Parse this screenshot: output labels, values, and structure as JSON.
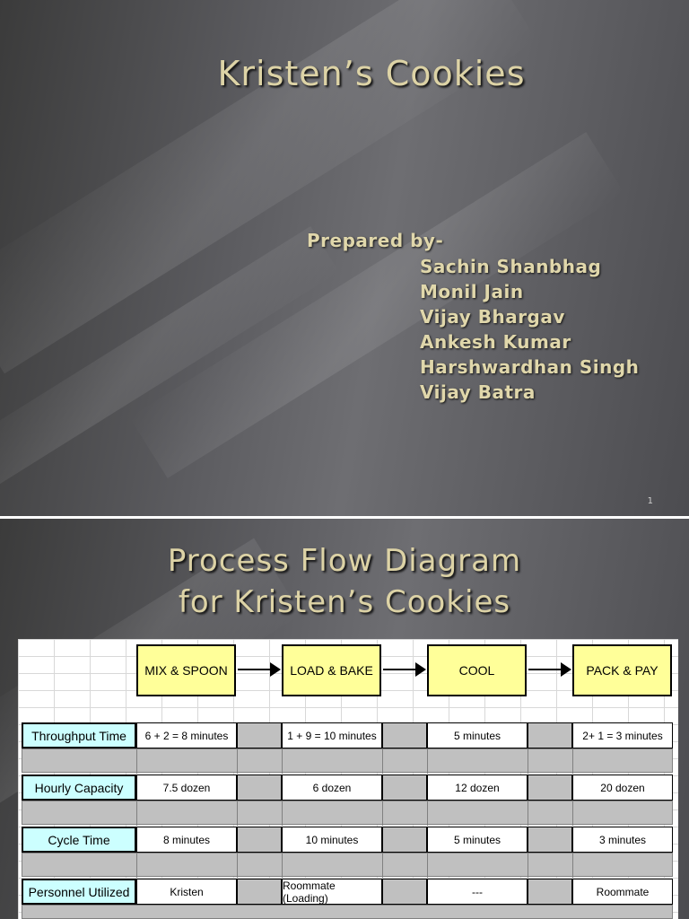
{
  "slide1": {
    "title": "Kristen’s Cookies",
    "prepared_by_label": "Prepared by-",
    "authors": [
      "Sachin Shanbhag",
      "Monil Jain",
      "Vijay Bhargav",
      "Ankesh Kumar",
      "Harshwardhan Singh",
      "Vijay Batra"
    ],
    "slide_number": "1"
  },
  "slide2": {
    "title_line1": "Process Flow Diagram",
    "title_line2": "for Kristen’s Cookies",
    "stages": [
      "MIX & SPOON",
      "LOAD & BAKE",
      "COOL",
      "PACK & PAY"
    ],
    "rows": [
      {
        "label": "Throughput Time",
        "values": [
          "6 + 2 = 8 minutes",
          "1 + 9 = 10 minutes",
          "5 minutes",
          "2+ 1 = 3 minutes"
        ]
      },
      {
        "label": "Hourly Capacity",
        "values": [
          "7.5 dozen",
          "6 dozen",
          "12 dozen",
          "20 dozen"
        ]
      },
      {
        "label": "Cycle Time",
        "values": [
          "8 minutes",
          "10 minutes",
          "5 minutes",
          "3 minutes"
        ]
      },
      {
        "label": "Personnel Utilized",
        "values": [
          "Kristen",
          "Roommate (Loading)",
          "---",
          "Roommate"
        ]
      }
    ]
  },
  "colors": {
    "title_text": "#ddd3a6",
    "stage_fill": "#ffff99",
    "label_fill": "#ccffff",
    "gray_cell": "#c0c0c0"
  }
}
